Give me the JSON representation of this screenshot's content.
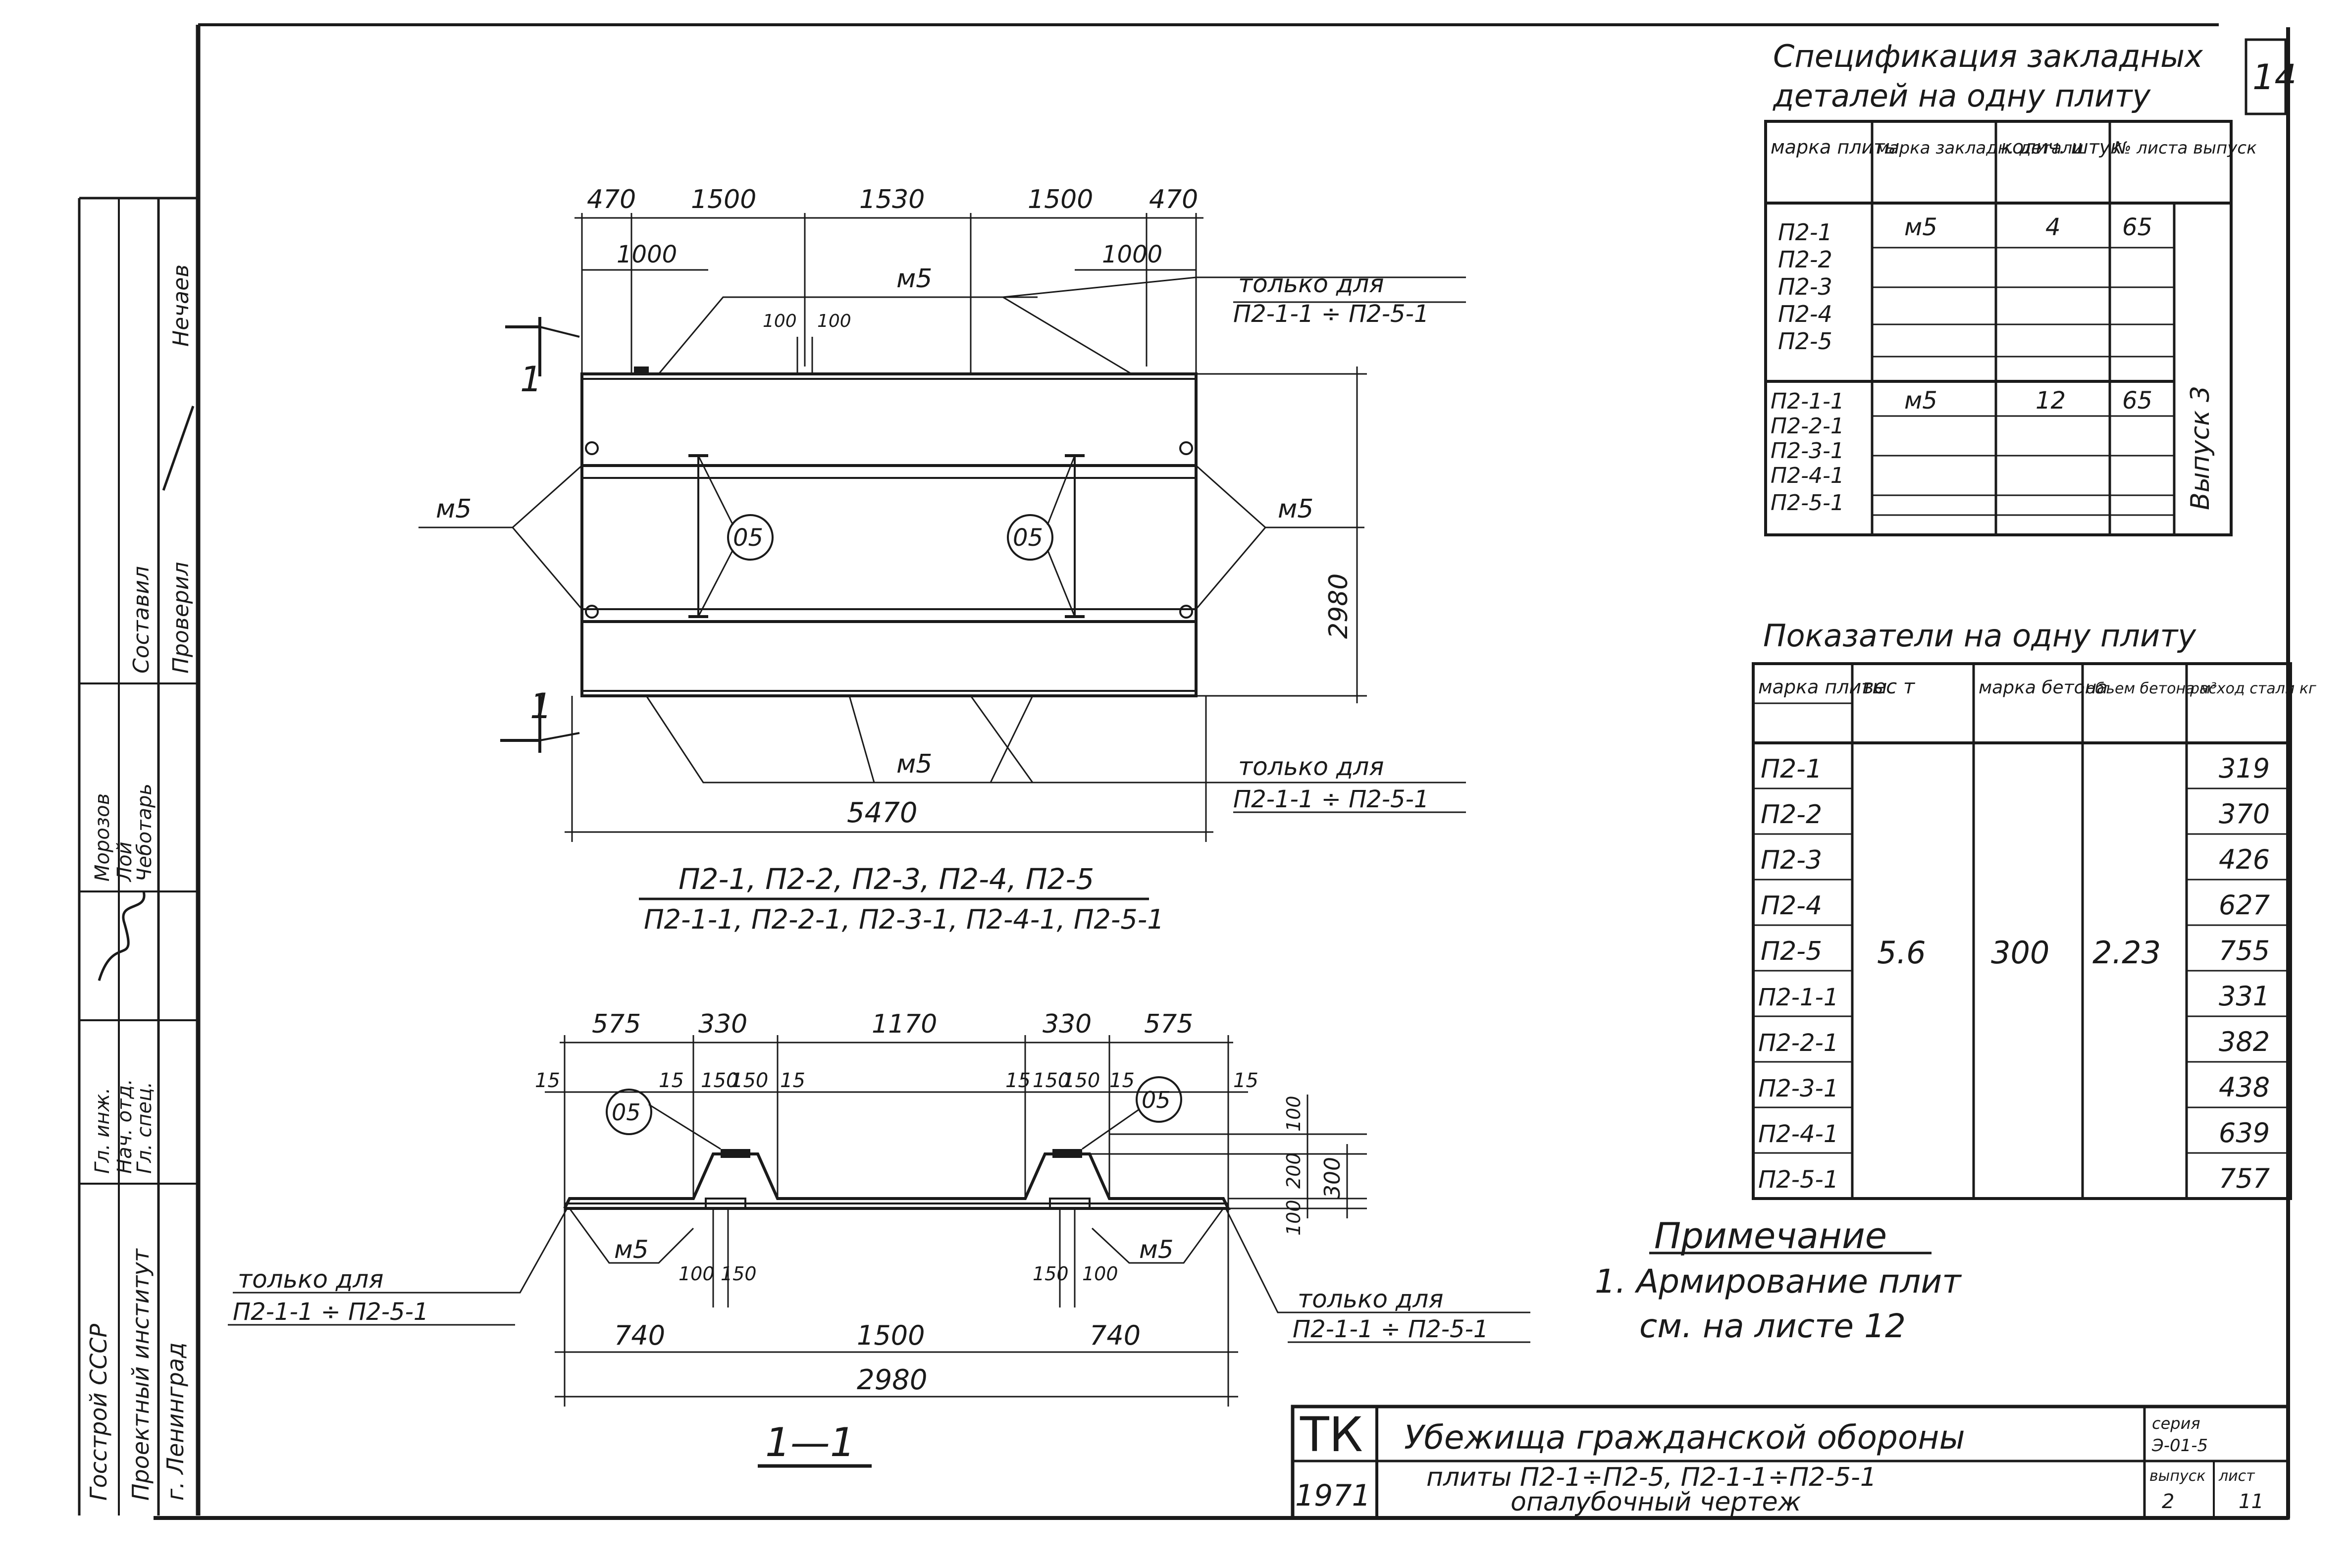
{
  "sheet": {
    "page_number": "14",
    "designer_org": "Госстрой СССР",
    "institute": "Проектный институт",
    "institute_city": "г. Ленинград",
    "stamp_cols": [
      {
        "roles": [
          "Гл. инж.",
          "Нач. отд.",
          "Гл. спец."
        ],
        "names": [
          "Морозов",
          "Лой",
          "Чеботарь"
        ]
      },
      {
        "roles": [
          "Составил",
          "Проверил"
        ],
        "names": [
          "Нечаев"
        ]
      }
    ]
  },
  "plan": {
    "top_dims": [
      "470",
      "1500",
      "1530",
      "1500",
      "470"
    ],
    "dim_1000_left": "1000",
    "dim_1000_right": "1000",
    "dim_100_a": "100",
    "dim_100_b": "100",
    "label_m5": "м5",
    "label_05": "05",
    "only_for": "только для",
    "range": "П2-1-1 ÷ П2-5-1",
    "height": "2980",
    "width": "5470",
    "section_mark": "1",
    "caption_top": "П2-1, П2-2, П2-3, П2-4, П2-5",
    "caption_bottom": "П2-1-1, П2-2-1, П2-3-1, П2-4-1, П2-5-1"
  },
  "section": {
    "top_dims": [
      "575",
      "330",
      "1170",
      "330",
      "575"
    ],
    "small_15": "15",
    "small_150": "150",
    "right_dims": [
      "100",
      "200",
      "300",
      "100"
    ],
    "bottom_small": [
      "100",
      "150",
      "150",
      "100"
    ],
    "bottom_dims": [
      "740",
      "1500",
      "740"
    ],
    "total": "2980",
    "label_m5": "м5",
    "label_05": "05",
    "only_for": "только для",
    "range": "П2-1-1 ÷ П2-5-1",
    "caption": "1—1"
  },
  "spec_table": {
    "title_line1": "Спецификация закладных",
    "title_line2": "деталей на одну плиту",
    "headers": [
      "марка плиты",
      "марка закладн. детали",
      "колич. штук",
      "№ листа выпуск"
    ],
    "vertical_note": "Выпуск 3",
    "groups": [
      {
        "marks": [
          "П2-1",
          "П2-2",
          "П2-3",
          "П2-4",
          "П2-5"
        ],
        "detail": "м5",
        "qty": "4",
        "sheet": "65"
      },
      {
        "marks": [
          "П2-1-1",
          "П2-2-1",
          "П2-3-1",
          "П2-4-1",
          "П2-5-1"
        ],
        "detail": "м5",
        "qty": "12",
        "sheet": "65"
      }
    ]
  },
  "indicators": {
    "title": "Показатели на одну плиту",
    "headers": [
      "марка плиты",
      "вес т",
      "марка бетона",
      "объем бетона м³",
      "расход стали кг"
    ],
    "weight": "5.6",
    "concrete": "300",
    "volume": "2.23",
    "rows": [
      {
        "mark": "П2-1",
        "steel": "319"
      },
      {
        "mark": "П2-2",
        "steel": "370"
      },
      {
        "mark": "П2-3",
        "steel": "426"
      },
      {
        "mark": "П2-4",
        "steel": "627"
      },
      {
        "mark": "П2-5",
        "steel": "755"
      },
      {
        "mark": "П2-1-1",
        "steel": "331"
      },
      {
        "mark": "П2-2-1",
        "steel": "382"
      },
      {
        "mark": "П2-3-1",
        "steel": "438"
      },
      {
        "mark": "П2-4-1",
        "steel": "639"
      },
      {
        "mark": "П2-5-1",
        "steel": "757"
      }
    ]
  },
  "note": {
    "title": "Примечание",
    "line1": "1. Армирование плит",
    "line2": "см. на листе 12"
  },
  "title_block": {
    "code": "ТК",
    "year": "1971",
    "title": "Убежища гражданской обороны",
    "subtitle_line1": "плиты П2-1÷П2-5, П2-1-1÷П2-5-1",
    "subtitle_line2": "опалубочный чертеж",
    "series": "серия",
    "series_code": "Э-01-5",
    "issue_label": "выпуск",
    "issue": "2",
    "sheet_label": "лист",
    "sheet": "11"
  }
}
